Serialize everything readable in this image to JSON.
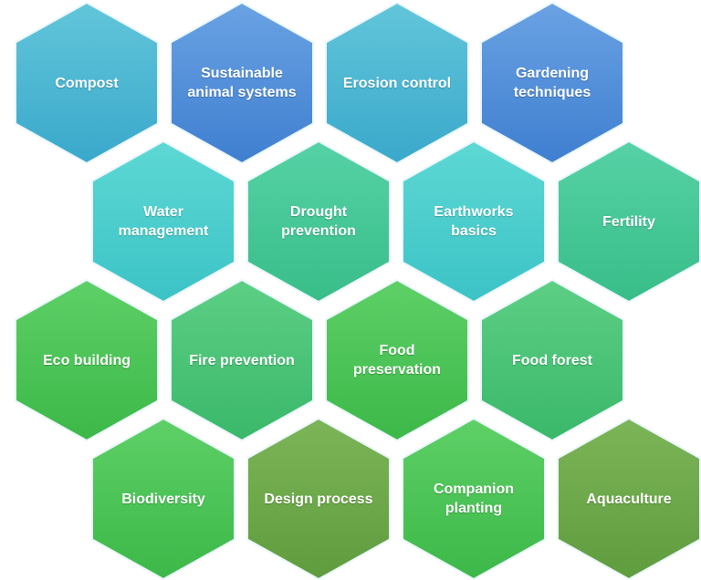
{
  "rows": [
    [
      {
        "label": "Compost",
        "color_top": "#62c6da",
        "color_bottom": "#3aa8cb"
      },
      {
        "label": "Sustainable animal systems",
        "color_top": "#6aa2e3",
        "color_bottom": "#3f7fd0"
      },
      {
        "label": "Erosion control",
        "color_top": "#62c6da",
        "color_bottom": "#3aa8cb"
      },
      {
        "label": "Gardening techniques",
        "color_top": "#6aa2e3",
        "color_bottom": "#3f7fd0"
      }
    ],
    [
      {
        "label": "Water management",
        "color_top": "#5dd8d4",
        "color_bottom": "#3cc3c6"
      },
      {
        "label": "Drought prevention",
        "color_top": "#56d2a6",
        "color_bottom": "#38bd88"
      },
      {
        "label": "Earthworks basics",
        "color_top": "#5dd8d4",
        "color_bottom": "#3cc3c6"
      },
      {
        "label": "Fertility",
        "color_top": "#56d2a6",
        "color_bottom": "#38bd88"
      }
    ],
    [
      {
        "label": "Eco building",
        "color_top": "#5ed067",
        "color_bottom": "#3cb848"
      },
      {
        "label": "Fire prevention",
        "color_top": "#5dcf85",
        "color_bottom": "#3ab86a"
      },
      {
        "label": "Food preservation",
        "color_top": "#5ed067",
        "color_bottom": "#3cb848"
      },
      {
        "label": "Food forest",
        "color_top": "#5dcf85",
        "color_bottom": "#3ab86a"
      }
    ],
    [
      {
        "label": "Biodiversity",
        "color_top": "#5ed067",
        "color_bottom": "#3cb848"
      },
      {
        "label": "Design process",
        "color_top": "#7cb558",
        "color_bottom": "#5f9c3e"
      },
      {
        "label": "Companion planting",
        "color_top": "#5ed067",
        "color_bottom": "#3cb848"
      },
      {
        "label": "Aquaculture",
        "color_top": "#7cb558",
        "color_bottom": "#5f9c3e"
      }
    ]
  ]
}
